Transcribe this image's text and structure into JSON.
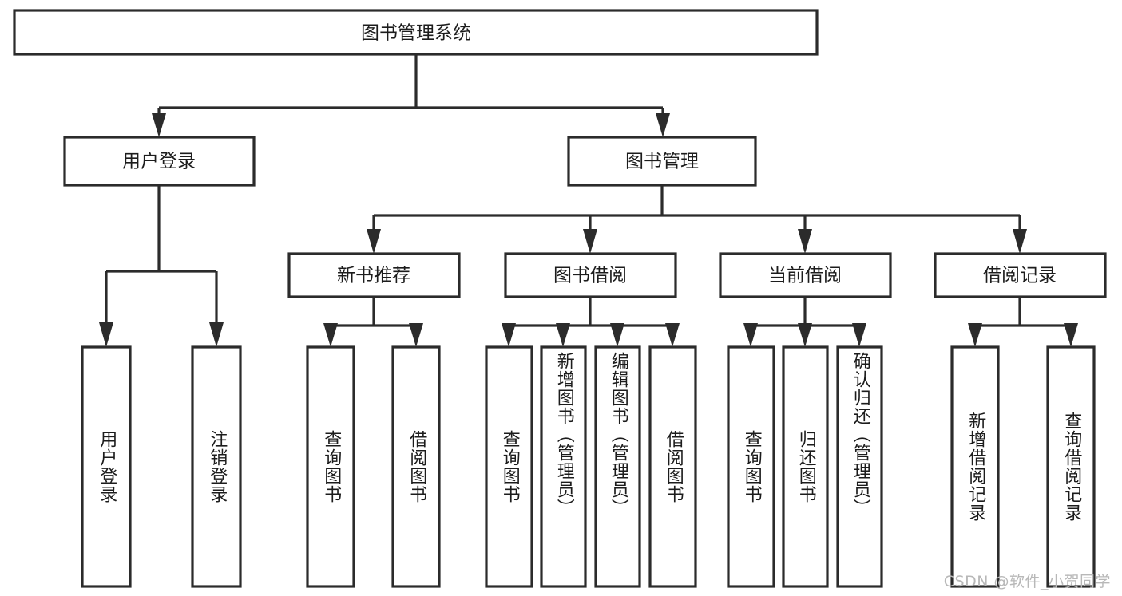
{
  "diagram": {
    "title": "图书管理系统",
    "watermark": "CSDN @软件_小贺同学",
    "colors": {
      "stroke": "#2b2b2b",
      "fill": "#ffffff",
      "text": "#1c1c1c",
      "watermark": "#b8b8b8",
      "background": "#ffffff"
    },
    "root": {
      "label": "图书管理系统"
    },
    "level2": [
      {
        "label": "用户登录"
      },
      {
        "label": "图书管理"
      }
    ],
    "level3": [
      {
        "label": "新书推荐"
      },
      {
        "label": "图书借阅"
      },
      {
        "label": "当前借阅"
      },
      {
        "label": "借阅记录"
      }
    ],
    "leaves": {
      "user_login": [
        {
          "label": "用户登录"
        },
        {
          "label": "注销登录"
        }
      ],
      "new_book_recommend": [
        {
          "label": "查询图书"
        },
        {
          "label": "借阅图书"
        }
      ],
      "book_borrow": [
        {
          "label": "查询图书"
        },
        {
          "label": "新增图书（管理员）"
        },
        {
          "label": "编辑图书（管理员）"
        },
        {
          "label": "借阅图书"
        }
      ],
      "current_borrow": [
        {
          "label": "查询图书"
        },
        {
          "label": "归还图书"
        },
        {
          "label": "确认归还（管理员）"
        }
      ],
      "borrow_record": [
        {
          "label": "新增借阅记录"
        },
        {
          "label": "查询借阅记录"
        }
      ]
    }
  }
}
